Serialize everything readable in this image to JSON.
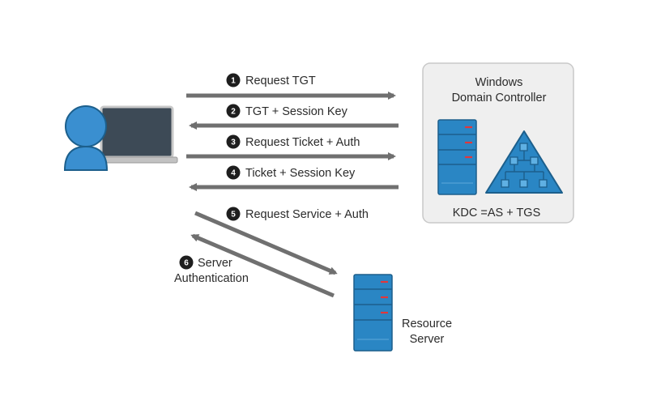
{
  "domain_controller": {
    "title_line1": "Windows",
    "title_line2": "Domain Controller",
    "kdc_label": "KDC =AS + TGS"
  },
  "resource_server": {
    "label_line1": "Resource",
    "label_line2": "Server"
  },
  "steps": [
    {
      "number": "1",
      "label": "Request TGT"
    },
    {
      "number": "2",
      "label": "TGT + Session Key"
    },
    {
      "number": "3",
      "label": "Request Ticket + Auth"
    },
    {
      "number": "4",
      "label": "Ticket + Session Key"
    },
    {
      "number": "5",
      "label": "Request Service + Auth"
    },
    {
      "number": "6",
      "label_line1": "Server",
      "label_line2": "Authentication"
    }
  ],
  "colors": {
    "server_blue": "#2a86c4",
    "server_dark": "#1c5f8c",
    "user_blue": "#3a8fd0",
    "arrow_gray": "#707070",
    "indicator_red": "#e2373b",
    "panel_bg": "#eeeeee",
    "panel_border": "#c9c9c9",
    "laptop_screen": "#3d4a56"
  },
  "icons": [
    "user-icon",
    "laptop-icon",
    "kdc-server-icon",
    "directory-tree-icon",
    "resource-server-icon"
  ]
}
